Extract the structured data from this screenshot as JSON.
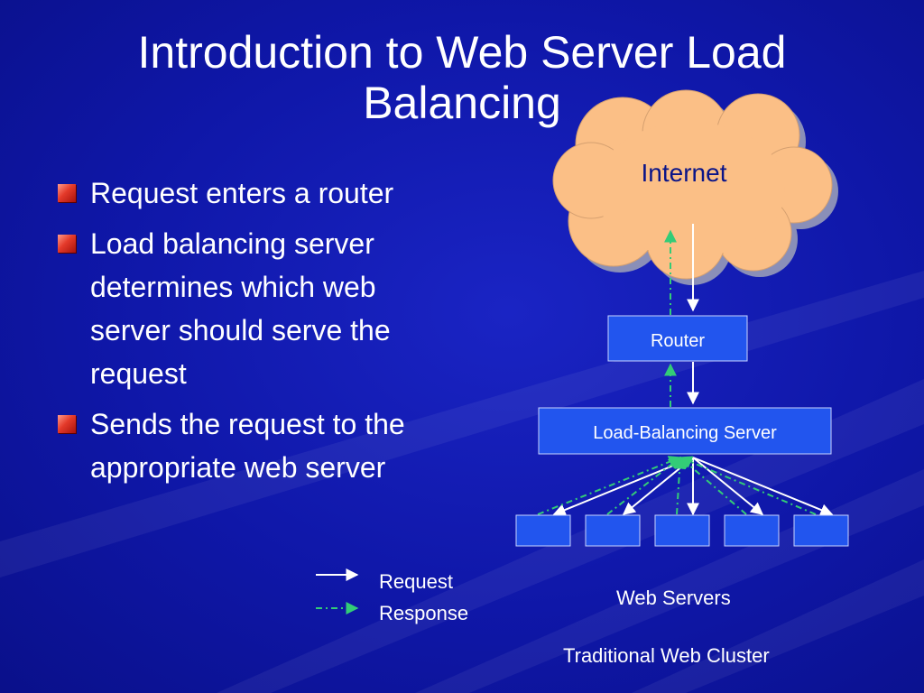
{
  "slide": {
    "title": "Introduction to Web Server Load Balancing",
    "bullets": [
      "Request enters a router",
      "Load balancing server determines which web server should serve the request",
      "Sends the request to the appropriate web server"
    ]
  },
  "diagram": {
    "cloud_label": "Internet",
    "router_label": "Router",
    "lb_label": "Load-Balancing Server",
    "servers_label": "Web Servers",
    "caption": "Traditional Web Cluster",
    "server_count": 5,
    "legend": {
      "request": "Request",
      "response": "Response"
    }
  },
  "colors": {
    "background": "#1018b0",
    "cloud_fill": "#fbbf86",
    "box_fill": "#2255ee",
    "response_line": "#33cc77",
    "bullet": "#e43a2a"
  }
}
